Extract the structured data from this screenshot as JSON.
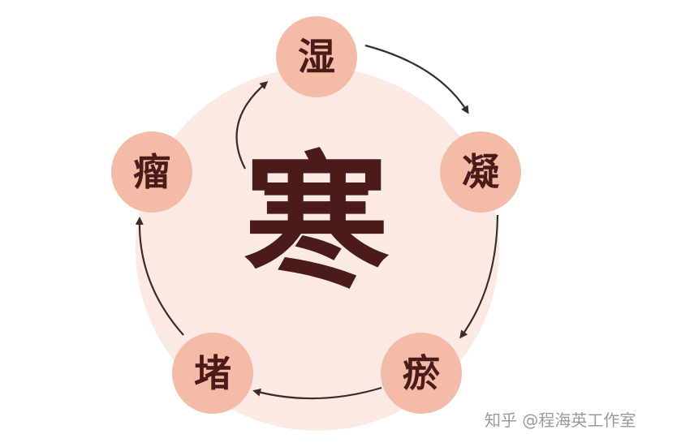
{
  "center": {
    "label": "寒"
  },
  "nodes": [
    {
      "label": "湿"
    },
    {
      "label": "凝"
    },
    {
      "label": "瘀"
    },
    {
      "label": "堵"
    },
    {
      "label": "瘤"
    }
  ],
  "watermark": {
    "text": "知乎 @程海英工作室"
  },
  "colors": {
    "background_circle": "#fbeae4",
    "node_fill": "#f4bba6",
    "text": "#4a1b18",
    "arrow": "#3a2a2a"
  }
}
